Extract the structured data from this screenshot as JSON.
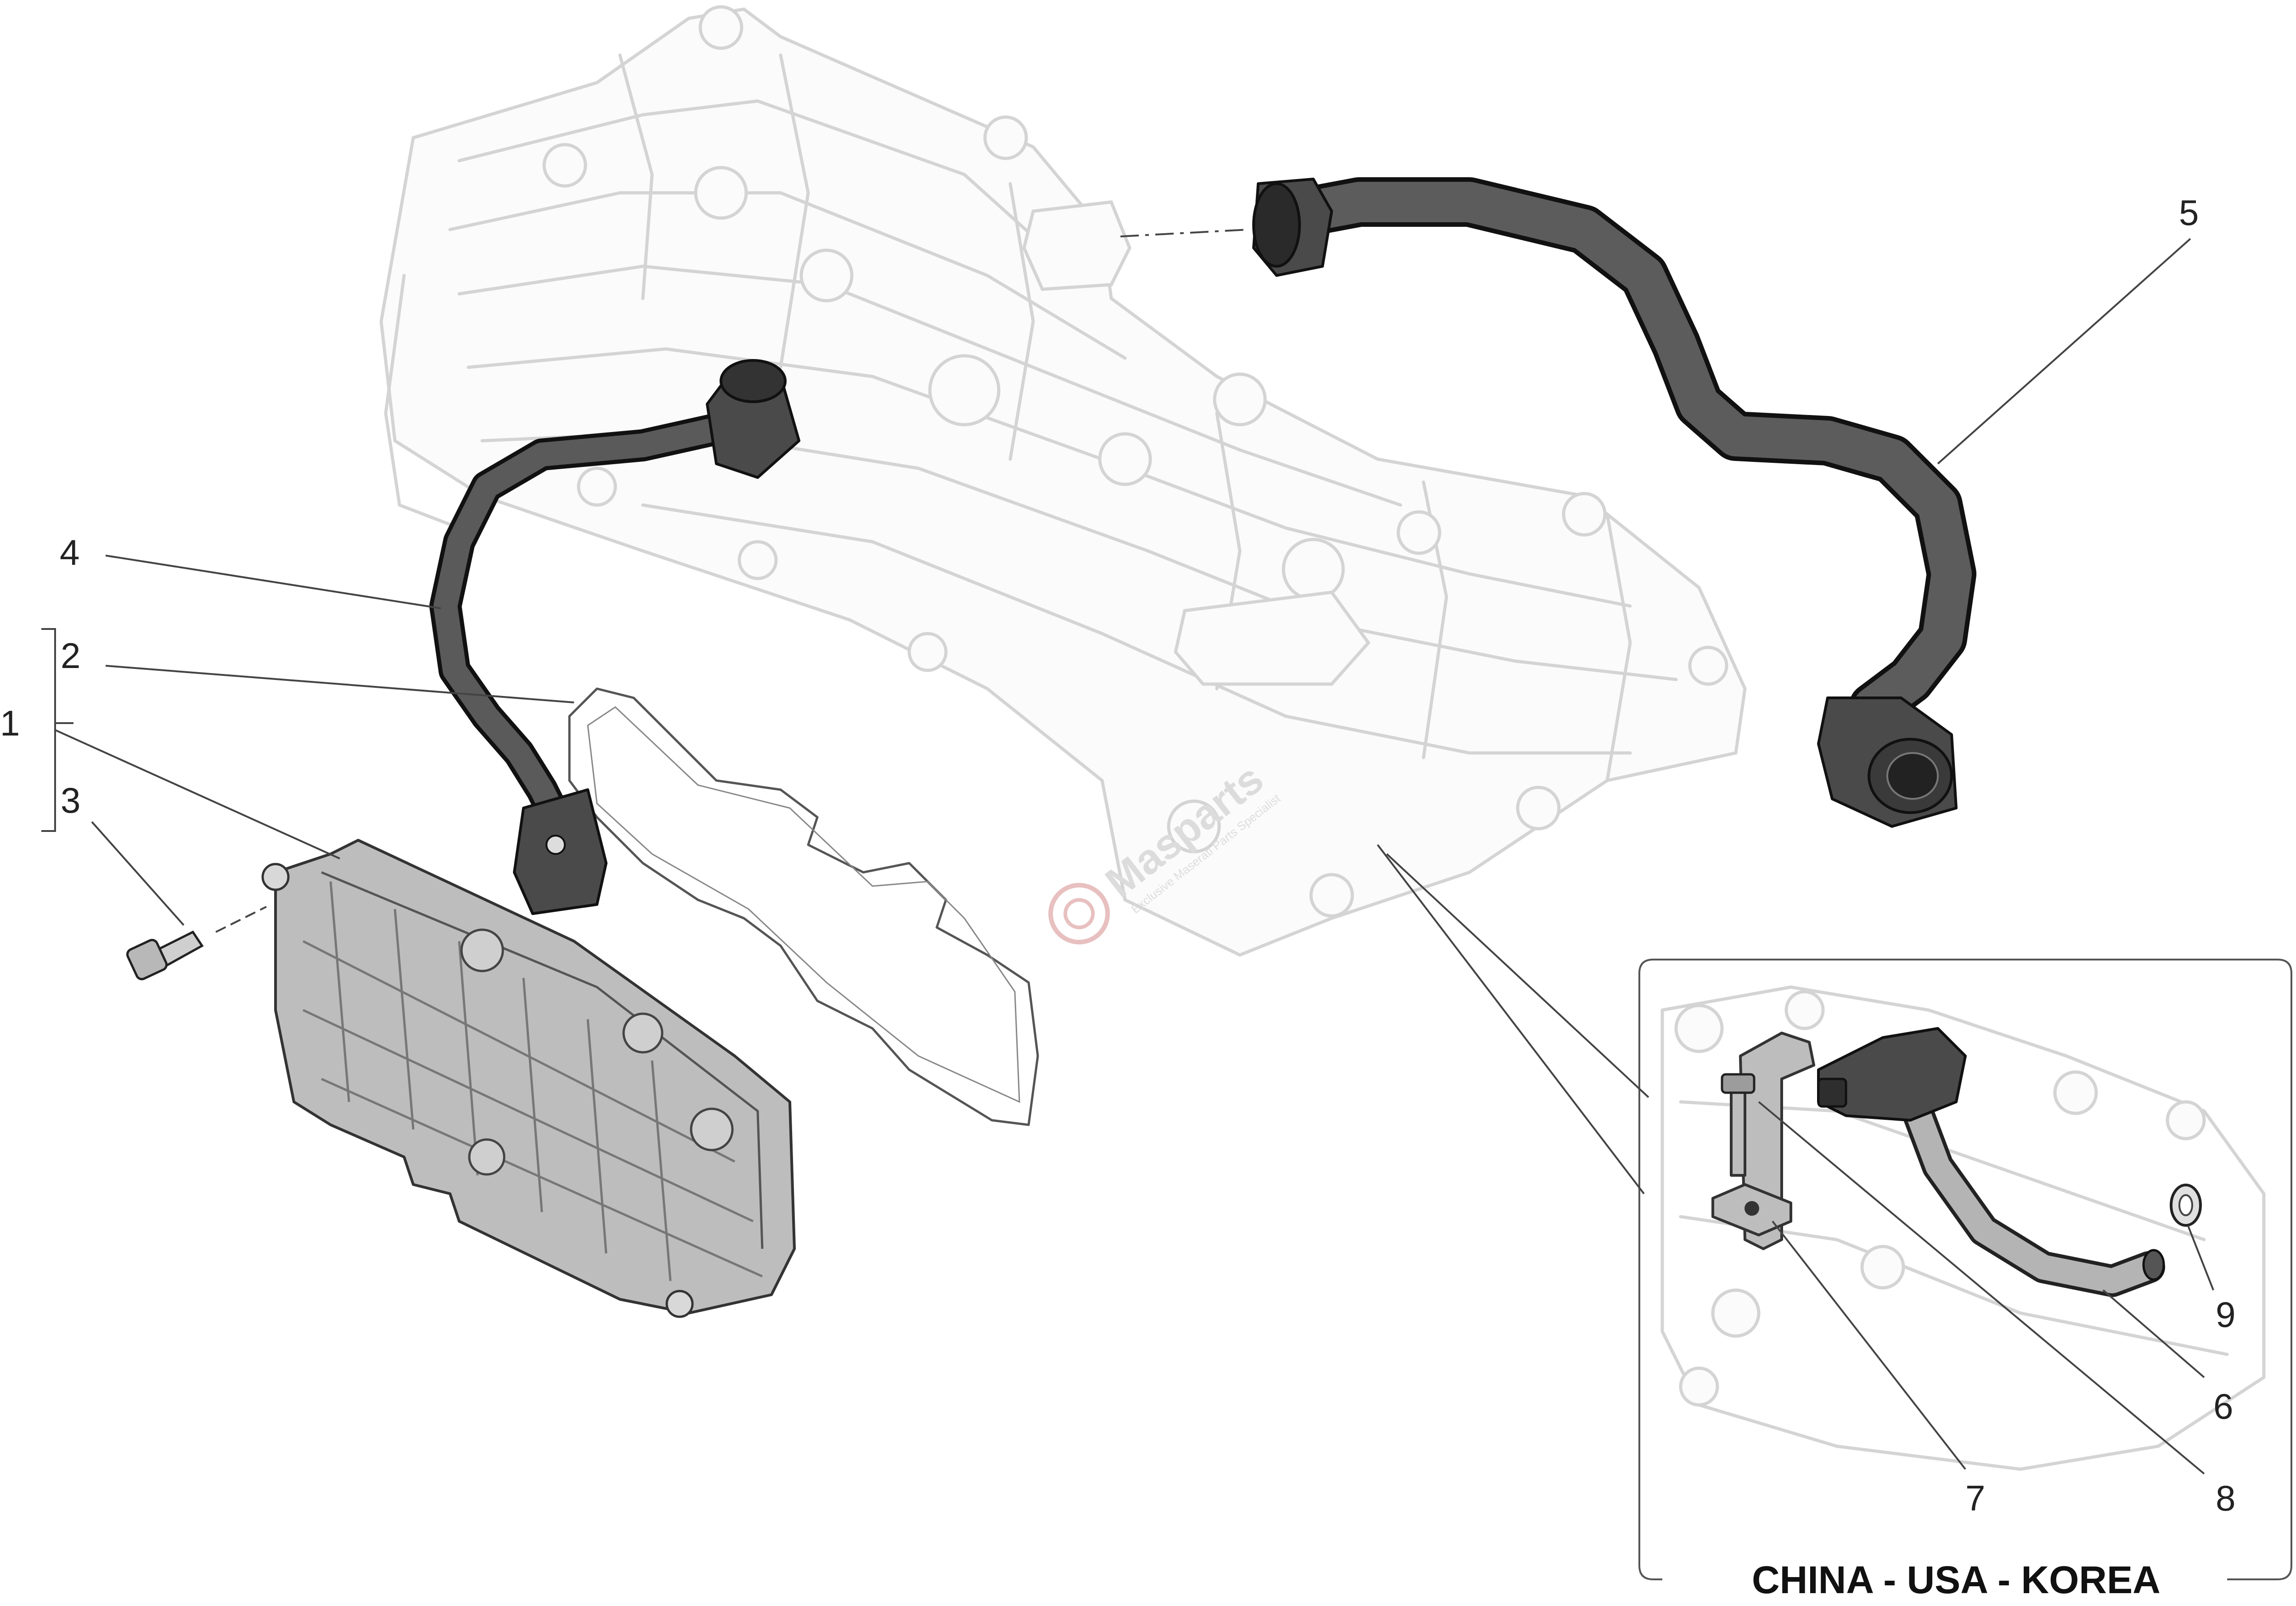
{
  "callouts": {
    "c1": "1",
    "c2": "2",
    "c3": "3",
    "c4": "4",
    "c5": "5",
    "c6": "6",
    "c7": "7",
    "c8": "8",
    "c9": "9"
  },
  "inset": {
    "region_label": "CHINA - USA - KOREA"
  },
  "watermark": {
    "brand": "Masparts",
    "tagline": "Exclusive Maserati Parts Specialist"
  }
}
